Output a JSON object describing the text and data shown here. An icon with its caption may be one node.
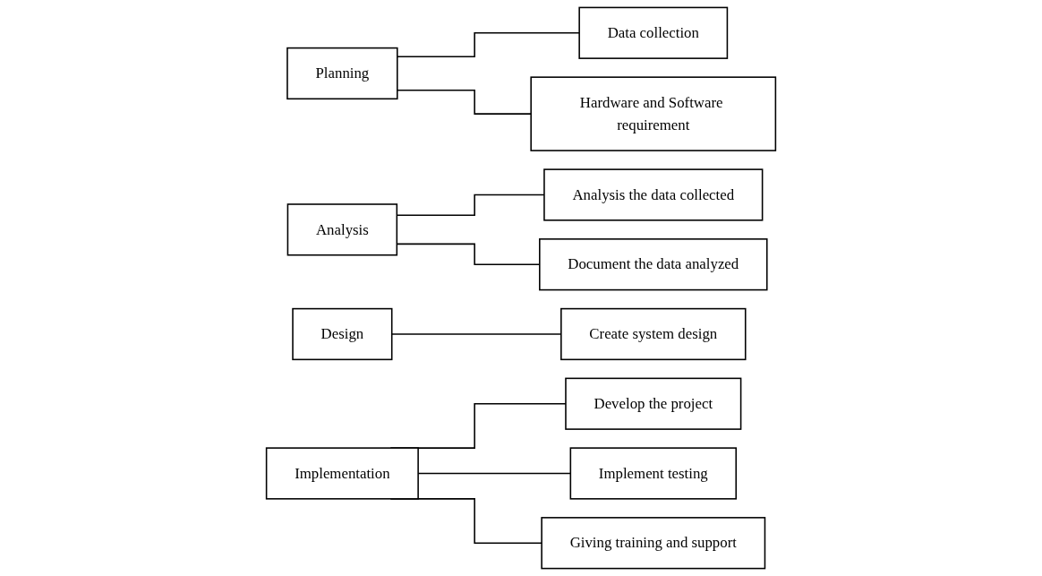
{
  "diagram": {
    "nodes": [
      {
        "text": [
          "Planning"
        ]
      },
      {
        "text": [
          "Data collection"
        ]
      },
      {
        "text": [
          "Hardware and Software requirement"
        ]
      },
      {
        "text": [
          "Analysis"
        ]
      },
      {
        "text": [
          "Analysis the data collected"
        ]
      },
      {
        "text": [
          "Document the data analyzed"
        ]
      },
      {
        "text": [
          "Design"
        ]
      },
      {
        "text": [
          "Create system design"
        ]
      },
      {
        "text": [
          "Implementation"
        ]
      },
      {
        "text": [
          "Develop the project"
        ]
      },
      {
        "text": [
          "Implement testing"
        ]
      },
      {
        "text": [
          "Giving training and support"
        ]
      }
    ],
    "edges": [
      {
        "from": 0,
        "to": 1,
        "arrow": "none"
      },
      {
        "from": 0,
        "to": 2,
        "arrow": "none"
      },
      {
        "from": 3,
        "to": 4,
        "arrow": "none"
      },
      {
        "from": 3,
        "to": 5,
        "arrow": "none"
      },
      {
        "from": 6,
        "to": 7,
        "arrow": "none"
      },
      {
        "from": 8,
        "to": 9,
        "arrow": "none"
      },
      {
        "from": 8,
        "to": 10,
        "arrow": "none"
      },
      {
        "from": 8,
        "to": 11,
        "arrow": "none"
      }
    ]
  }
}
